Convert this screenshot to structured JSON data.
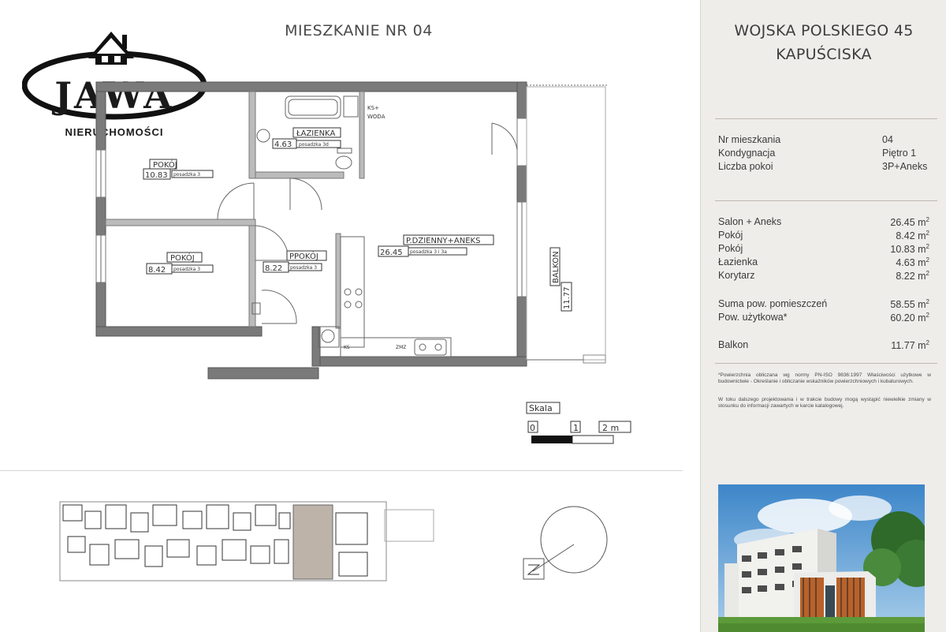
{
  "logo": {
    "brand": "JAWA",
    "subtitle": "NIERUCHOMOŚCI"
  },
  "apartment_title": "MIESZKANIE NR 04",
  "plan_labels": {
    "kitchen_water": "KS+\nWODA",
    "bathroom": "ŁAZIENKA",
    "bathroom_area": "4.63",
    "bathroom_floor": "posadzka 3d",
    "room1": "POKÓJ",
    "room1_area": "10.83",
    "room1_floor": "posadzka 3",
    "room2": "POKÓJ",
    "room2_area": "8.42",
    "room2_floor": "posadzka 3",
    "hall": "PPOKÓJ",
    "hall_area": "8.22",
    "hall_floor": "posadzka 3",
    "living": "P.DZIENNY+ANEKS",
    "living_area": "26.45",
    "living_floor": "posadzka 3 i 3a",
    "balcony": "BALKON",
    "balcony_area": "11.77",
    "sink_label": "KS",
    "zmyw": "ZMZ",
    "scale_title": "Skala",
    "scale_0": "0",
    "scale_1": "1",
    "scale_2": "2 m"
  },
  "address": {
    "line1": "WOJSKA POLSKIEGO 45",
    "line2": "KAPUŚCISKA"
  },
  "info": [
    {
      "label": "Nr mieszkania",
      "value": "04"
    },
    {
      "label": "Kondygnacja",
      "value": "Piętro 1"
    },
    {
      "label": "Liczba pokoi",
      "value": "3P+Aneks"
    }
  ],
  "rooms": [
    {
      "label": "Salon + Aneks",
      "value": "26.45 m"
    },
    {
      "label": "Pokój",
      "value": "8.42 m"
    },
    {
      "label": "Pokój",
      "value": "10.83 m"
    },
    {
      "label": "Łazienka",
      "value": "4.63 m"
    },
    {
      "label": "Korytarz",
      "value": "8.22 m"
    }
  ],
  "totals": [
    {
      "label": "Suma pow. pomieszczeń",
      "value": "58.55 m"
    },
    {
      "label": "Pow. użytkowa*",
      "value": "60.20 m"
    }
  ],
  "balcony": {
    "label": "Balkon",
    "value": "11.77 m"
  },
  "unit_sup": "2",
  "notes": {
    "p1": "*Powierzchnia obliczana wg normy PN-ISO 9836:1997 Właściwości użytkowe w budownictwie - Określanie i obliczanie wskaźników powierzchniowych i kubaturowych.",
    "p2": "W toku dalszego projektowania i w trakcie budowy mogą wystąpić niewielkie zmiany w stosunku do informacji zawartych w karcie katalogowej."
  },
  "colors": {
    "panel_bg": "#efedea",
    "wall": "#7a7a7a",
    "text": "#3a3a3a",
    "highlight": "#bdb3a8"
  }
}
